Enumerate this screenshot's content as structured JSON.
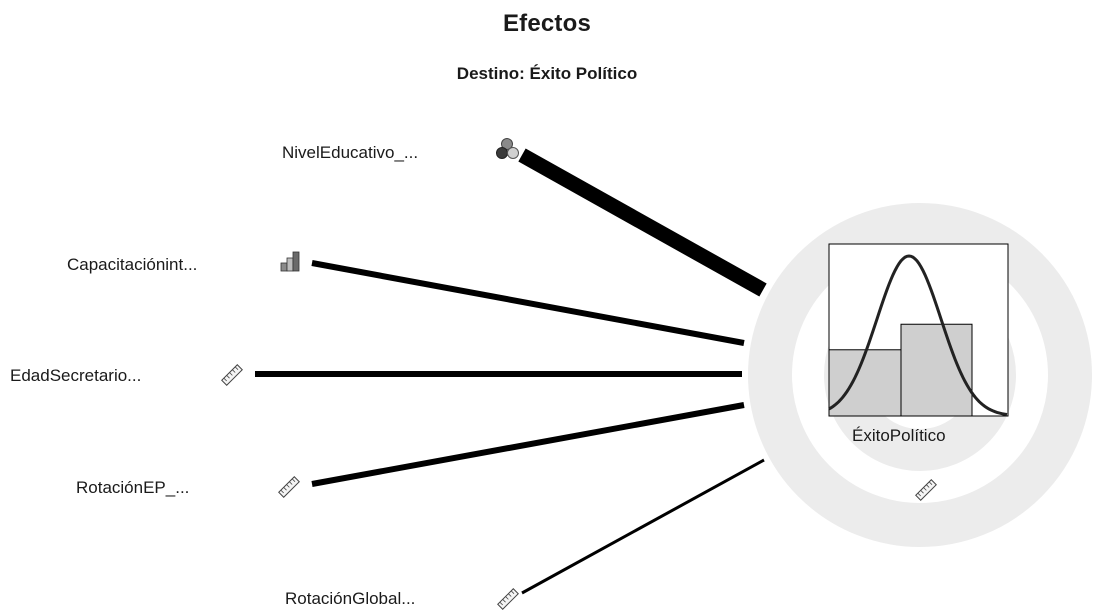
{
  "title": "Efectos",
  "subtitle": "Destino: Éxito Político",
  "target": {
    "label": "ÉxitoPolítico",
    "icon": "ruler-icon",
    "histogram": [
      0.7,
      0.97
    ],
    "curve": "normal"
  },
  "predictors": [
    {
      "label": "NivelEducativo_...",
      "icon": "nominal-circles-icon",
      "effect": 1.0
    },
    {
      "label": "Capacitaciónint...",
      "icon": "ordinal-bars-icon",
      "effect": 0.45
    },
    {
      "label": "EdadSecretario...",
      "icon": "ruler-icon",
      "effect": 0.45
    },
    {
      "label": "RotaciónEP_...",
      "icon": "ruler-icon",
      "effect": 0.45
    },
    {
      "label": "RotaciónGlobal...",
      "icon": "ruler-icon",
      "effect": 0.25
    }
  ],
  "colors": {
    "line": "#000000",
    "ring": "#ececec",
    "bar": "#cfcfcf"
  }
}
